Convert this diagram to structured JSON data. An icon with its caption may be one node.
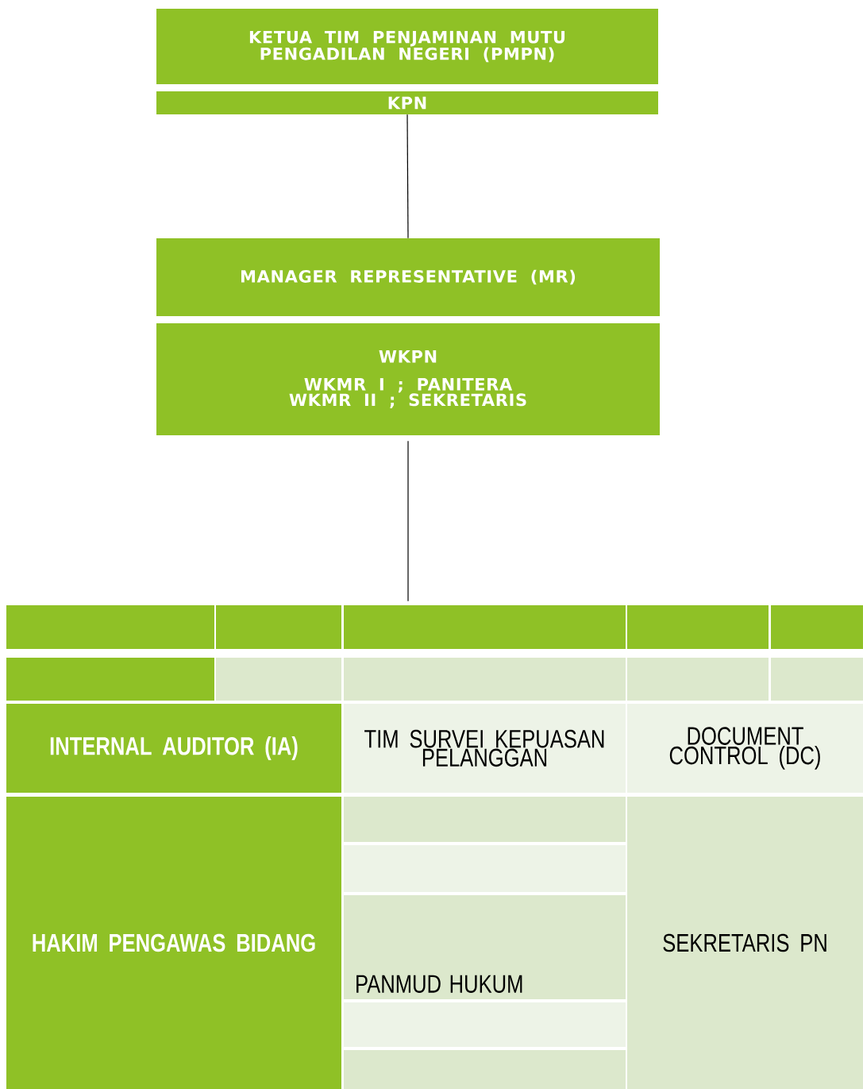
{
  "diagram": {
    "nodes": [
      {
        "text": [
          "KETUA TIM PENJAMINAN MUTU PENGADILAN NEGERI (PMPN)"
        ]
      },
      {
        "text": [
          "KPN"
        ]
      },
      {
        "text": [
          "MANAGER REPRESENTATIVE (MR)"
        ]
      },
      {
        "text": [
          "WKPN",
          "WKMR I ; PANITERA",
          "WKMR II ; SEKRETARIS"
        ]
      },
      {
        "text": [],
        "shape": "box"
      },
      {
        "text": [
          "INTERNAL AUDITOR (IA)"
        ]
      },
      {
        "text": [
          "TIM SURVEI KEPUASAN PELANGGAN"
        ]
      },
      {
        "text": [
          "DOCUMENT CONTROL (DC)"
        ]
      },
      {
        "text": [
          "HAKIM PENGAWAS BIDANG"
        ]
      },
      {
        "text": [
          "PANMUD HUKUM"
        ]
      },
      {
        "text": [
          "SEKRETARIS PN"
        ]
      }
    ],
    "edges": [
      {
        "from": 1,
        "to": 2,
        "arrow": "none"
      },
      {
        "from": 3,
        "to": 4,
        "arrow": "none"
      }
    ]
  }
}
